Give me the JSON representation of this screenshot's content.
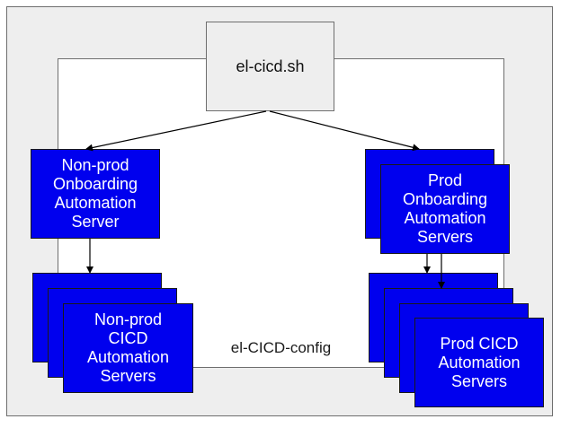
{
  "diagram": {
    "script_label": "el-cicd.sh",
    "config_label": "el-CICD-config",
    "nonprod_onboarding_label": "Non-prod\nOnboarding\nAutomation\nServer",
    "prod_onboarding_label": "Prod\nOnboarding\nAutomation\nServers",
    "nonprod_cicd_label": "Non-prod\nCICD\nAutomation\nServers",
    "prod_cicd_label": "Prod CICD\nAutomation\nServers"
  },
  "colors": {
    "box_fill": "#0000ee",
    "background": "#eeeeee",
    "text_on_box": "#ffffff"
  }
}
